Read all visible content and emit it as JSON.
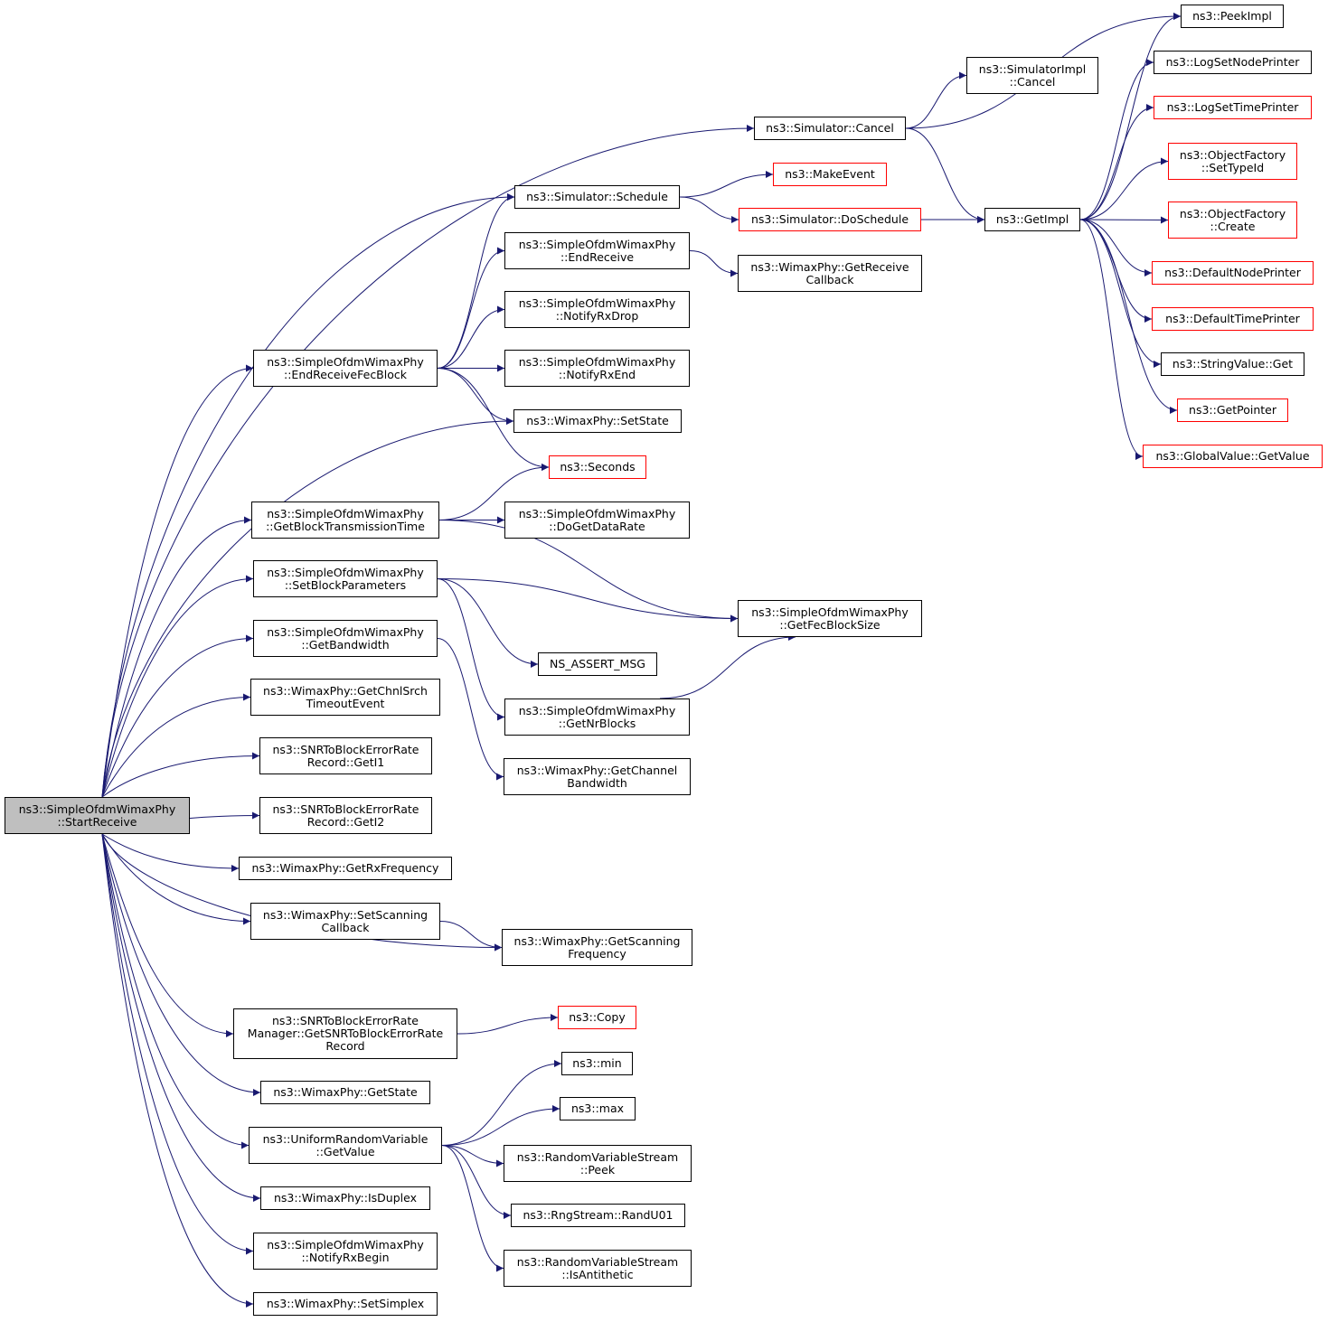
{
  "graph": {
    "edge_color": "#191970",
    "root_fill": "#bfbfbf",
    "missing_border_color": "#ff0000",
    "nodes": [
      {
        "id": "start",
        "lines": [
          "ns3::SimpleOfdmWimaxPhy",
          "::StartReceive"
        ],
        "root": true
      },
      {
        "id": "sim-cancel",
        "lines": [
          "ns3::Simulator::Cancel"
        ]
      },
      {
        "id": "simimpl-cancel",
        "lines": [
          "ns3::SimulatorImpl",
          "::Cancel"
        ]
      },
      {
        "id": "sim-schedule",
        "lines": [
          "ns3::Simulator::Schedule"
        ]
      },
      {
        "id": "make-event",
        "lines": [
          "ns3::MakeEvent"
        ],
        "red": true
      },
      {
        "id": "do-schedule",
        "lines": [
          "ns3::Simulator::DoSchedule"
        ],
        "red": true
      },
      {
        "id": "get-impl",
        "lines": [
          "ns3::GetImpl"
        ]
      },
      {
        "id": "peek-impl",
        "lines": [
          "ns3::PeekImpl"
        ]
      },
      {
        "id": "log-node-printer",
        "lines": [
          "ns3::LogSetNodePrinter"
        ]
      },
      {
        "id": "log-time-printer",
        "lines": [
          "ns3::LogSetTimePrinter"
        ],
        "red": true
      },
      {
        "id": "of-settypeid",
        "lines": [
          "ns3::ObjectFactory",
          "::SetTypeId"
        ],
        "red": true
      },
      {
        "id": "of-create",
        "lines": [
          "ns3::ObjectFactory",
          "::Create"
        ],
        "red": true
      },
      {
        "id": "default-node-printer",
        "lines": [
          "ns3::DefaultNodePrinter"
        ],
        "red": true
      },
      {
        "id": "default-time-printer",
        "lines": [
          "ns3::DefaultTimePrinter"
        ],
        "red": true
      },
      {
        "id": "stringvalue-get",
        "lines": [
          "ns3::StringValue::Get"
        ]
      },
      {
        "id": "get-pointer",
        "lines": [
          "ns3::GetPointer"
        ],
        "red": true
      },
      {
        "id": "globalvalue-getvalue",
        "lines": [
          "ns3::GlobalValue::GetValue"
        ],
        "red": true
      },
      {
        "id": "end-receive",
        "lines": [
          "ns3::SimpleOfdmWimaxPhy",
          "::EndReceive"
        ]
      },
      {
        "id": "get-receive-callback",
        "lines": [
          "ns3::WimaxPhy::GetReceive",
          "Callback"
        ]
      },
      {
        "id": "notify-rx-drop",
        "lines": [
          "ns3::SimpleOfdmWimaxPhy",
          "::NotifyRxDrop"
        ]
      },
      {
        "id": "end-receive-fec",
        "lines": [
          "ns3::SimpleOfdmWimaxPhy",
          "::EndReceiveFecBlock"
        ]
      },
      {
        "id": "notify-rx-end",
        "lines": [
          "ns3::SimpleOfdmWimaxPhy",
          "::NotifyRxEnd"
        ]
      },
      {
        "id": "set-state",
        "lines": [
          "ns3::WimaxPhy::SetState"
        ]
      },
      {
        "id": "seconds",
        "lines": [
          "ns3::Seconds"
        ],
        "red": true
      },
      {
        "id": "get-block-tx-time",
        "lines": [
          "ns3::SimpleOfdmWimaxPhy",
          "::GetBlockTransmissionTime"
        ]
      },
      {
        "id": "do-get-data-rate",
        "lines": [
          "ns3::SimpleOfdmWimaxPhy",
          "::DoGetDataRate"
        ]
      },
      {
        "id": "set-block-params",
        "lines": [
          "ns3::SimpleOfdmWimaxPhy",
          "::SetBlockParameters"
        ]
      },
      {
        "id": "get-fec-block-size",
        "lines": [
          "ns3::SimpleOfdmWimaxPhy",
          "::GetFecBlockSize"
        ]
      },
      {
        "id": "get-bandwidth",
        "lines": [
          "ns3::SimpleOfdmWimaxPhy",
          "::GetBandwidth"
        ]
      },
      {
        "id": "ns-assert-msg",
        "lines": [
          "NS_ASSERT_MSG"
        ]
      },
      {
        "id": "get-nr-blocks",
        "lines": [
          "ns3::SimpleOfdmWimaxPhy",
          "::GetNrBlocks"
        ]
      },
      {
        "id": "get-chnl-srch",
        "lines": [
          "ns3::WimaxPhy::GetChnlSrch",
          "TimeoutEvent"
        ]
      },
      {
        "id": "get-channel-bw",
        "lines": [
          "ns3::WimaxPhy::GetChannel",
          "Bandwidth"
        ]
      },
      {
        "id": "get-i1",
        "lines": [
          "ns3::SNRToBlockErrorRate",
          "Record::GetI1"
        ]
      },
      {
        "id": "get-i2",
        "lines": [
          "ns3::SNRToBlockErrorRate",
          "Record::GetI2"
        ]
      },
      {
        "id": "get-rx-frequency",
        "lines": [
          "ns3::WimaxPhy::GetRxFrequency"
        ]
      },
      {
        "id": "set-scanning-cb",
        "lines": [
          "ns3::WimaxPhy::SetScanning",
          "Callback"
        ]
      },
      {
        "id": "get-scanning-freq",
        "lines": [
          "ns3::WimaxPhy::GetScanning",
          "Frequency"
        ]
      },
      {
        "id": "snr-manager",
        "lines": [
          "ns3::SNRToBlockErrorRate",
          "Manager::GetSNRToBlockErrorRate",
          "Record"
        ]
      },
      {
        "id": "copy",
        "lines": [
          "ns3::Copy"
        ],
        "red": true
      },
      {
        "id": "get-state",
        "lines": [
          "ns3::WimaxPhy::GetState"
        ]
      },
      {
        "id": "ns3-min",
        "lines": [
          "ns3::min"
        ]
      },
      {
        "id": "ns3-max",
        "lines": [
          "ns3::max"
        ]
      },
      {
        "id": "uniform-getvalue",
        "lines": [
          "ns3::UniformRandomVariable",
          "::GetValue"
        ]
      },
      {
        "id": "rvs-peek",
        "lines": [
          "ns3::RandomVariableStream",
          "::Peek"
        ]
      },
      {
        "id": "rng-randu01",
        "lines": [
          "ns3::RngStream::RandU01"
        ]
      },
      {
        "id": "is-duplex",
        "lines": [
          "ns3::WimaxPhy::IsDuplex"
        ]
      },
      {
        "id": "rvs-isantithetic",
        "lines": [
          "ns3::RandomVariableStream",
          "::IsAntithetic"
        ]
      },
      {
        "id": "notify-rx-begin",
        "lines": [
          "ns3::SimpleOfdmWimaxPhy",
          "::NotifyRxBegin"
        ]
      },
      {
        "id": "set-simplex",
        "lines": [
          "ns3::WimaxPhy::SetSimplex"
        ]
      }
    ],
    "edges": [
      [
        "start",
        "sim-cancel"
      ],
      [
        "start",
        "sim-schedule"
      ],
      [
        "start",
        "end-receive-fec"
      ],
      [
        "start",
        "set-state"
      ],
      [
        "start",
        "get-block-tx-time"
      ],
      [
        "start",
        "set-block-params"
      ],
      [
        "start",
        "get-bandwidth"
      ],
      [
        "start",
        "get-chnl-srch"
      ],
      [
        "start",
        "get-i1"
      ],
      [
        "start",
        "get-i2"
      ],
      [
        "start",
        "get-rx-frequency"
      ],
      [
        "start",
        "set-scanning-cb"
      ],
      [
        "start",
        "get-scanning-freq"
      ],
      [
        "start",
        "snr-manager"
      ],
      [
        "start",
        "get-state"
      ],
      [
        "start",
        "uniform-getvalue"
      ],
      [
        "start",
        "is-duplex"
      ],
      [
        "start",
        "notify-rx-begin"
      ],
      [
        "start",
        "set-simplex"
      ],
      [
        "sim-cancel",
        "simimpl-cancel"
      ],
      [
        "sim-cancel",
        "get-impl"
      ],
      [
        "sim-cancel",
        "peek-impl"
      ],
      [
        "sim-schedule",
        "make-event"
      ],
      [
        "sim-schedule",
        "do-schedule"
      ],
      [
        "do-schedule",
        "get-impl"
      ],
      [
        "get-impl",
        "peek-impl"
      ],
      [
        "get-impl",
        "log-node-printer"
      ],
      [
        "get-impl",
        "log-time-printer"
      ],
      [
        "get-impl",
        "of-settypeid"
      ],
      [
        "get-impl",
        "of-create"
      ],
      [
        "get-impl",
        "default-node-printer"
      ],
      [
        "get-impl",
        "default-time-printer"
      ],
      [
        "get-impl",
        "stringvalue-get"
      ],
      [
        "get-impl",
        "get-pointer"
      ],
      [
        "get-impl",
        "globalvalue-getvalue"
      ],
      [
        "end-receive-fec",
        "sim-schedule"
      ],
      [
        "end-receive-fec",
        "end-receive"
      ],
      [
        "end-receive-fec",
        "notify-rx-drop"
      ],
      [
        "end-receive-fec",
        "notify-rx-end"
      ],
      [
        "end-receive-fec",
        "set-state"
      ],
      [
        "end-receive-fec",
        "seconds"
      ],
      [
        "end-receive",
        "get-receive-callback"
      ],
      [
        "get-block-tx-time",
        "seconds"
      ],
      [
        "get-block-tx-time",
        "do-get-data-rate"
      ],
      [
        "get-block-tx-time",
        "get-fec-block-size"
      ],
      [
        "set-block-params",
        "get-fec-block-size"
      ],
      [
        "set-block-params",
        "ns-assert-msg"
      ],
      [
        "set-block-params",
        "get-nr-blocks"
      ],
      [
        "get-nr-blocks",
        "get-fec-block-size"
      ],
      [
        "get-bandwidth",
        "get-channel-bw"
      ],
      [
        "set-scanning-cb",
        "get-scanning-freq"
      ],
      [
        "snr-manager",
        "copy"
      ],
      [
        "uniform-getvalue",
        "ns3-min"
      ],
      [
        "uniform-getvalue",
        "ns3-max"
      ],
      [
        "uniform-getvalue",
        "rvs-peek"
      ],
      [
        "uniform-getvalue",
        "rng-randu01"
      ],
      [
        "uniform-getvalue",
        "rvs-isantithetic"
      ]
    ]
  }
}
